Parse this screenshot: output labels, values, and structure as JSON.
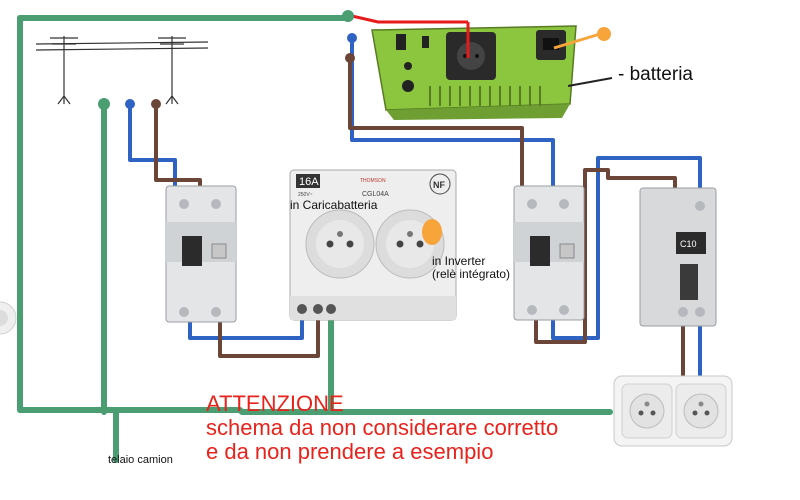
{
  "labels": {
    "battery": "- batteria",
    "charger": "in Caricabatteria",
    "inverter_line1": "in Inverter",
    "inverter_line2": "(relè intégrato)",
    "chassis": "telaio camion"
  },
  "warning": {
    "title": "ATTENZIONE",
    "line1": "schema da non considerare corretto",
    "line2": "e da non prendere a esempio"
  },
  "device_markings": {
    "socket_rating": "16A",
    "socket_voltage": "250V~",
    "socket_brand": "THOMSON",
    "socket_model": "CGL04A",
    "socket_cert": "NF",
    "mcb_rating": "C10"
  },
  "colors": {
    "earth": "#4a9e72",
    "neutral": "#2e63c4",
    "phase": "#6b4638",
    "positive": "#e61a1a",
    "marker": "#f7a43a",
    "inverter_body": "#8cc63f",
    "warning_text": "#e8231c"
  }
}
